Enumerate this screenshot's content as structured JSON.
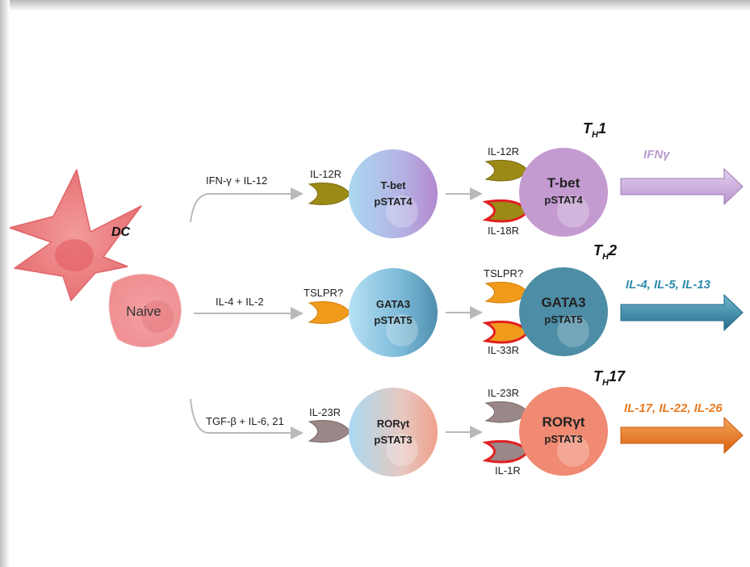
{
  "dc": {
    "label": "DC"
  },
  "naive": {
    "label": "Naive"
  },
  "rows": [
    {
      "stimulus": "IFN-γ + IL-12",
      "receptor1": "IL-12R",
      "tf": "T-bet",
      "stat": "pSTAT4",
      "receptor_top": "IL-12R",
      "receptor_bottom": "IL-18R",
      "subset_base": "T",
      "subset_sub": "H",
      "subset_num": "1",
      "cytokines": "IFNγ",
      "color": "#c49bd1"
    },
    {
      "stimulus": "IL-4 + IL-2",
      "receptor1": "TSLPR?",
      "tf": "GATA3",
      "stat": "pSTAT5",
      "receptor_top": "TSLPR?",
      "receptor_bottom": "IL-33R",
      "subset_base": "T",
      "subset_sub": "H",
      "subset_num": "2",
      "cytokines": "IL-4, IL-5, IL-13",
      "color": "#3a8fa8"
    },
    {
      "stimulus": "TGF-β + IL-6, 21",
      "receptor1": "IL-23R",
      "tf": "RORγt",
      "stat": "pSTAT3",
      "receptor_top": "IL-23R",
      "receptor_bottom": "IL-1R",
      "subset_base": "T",
      "subset_sub": "H",
      "subset_num": "17",
      "cytokines": "IL-17, IL-22, IL-26",
      "color": "#ec7a1c"
    }
  ]
}
